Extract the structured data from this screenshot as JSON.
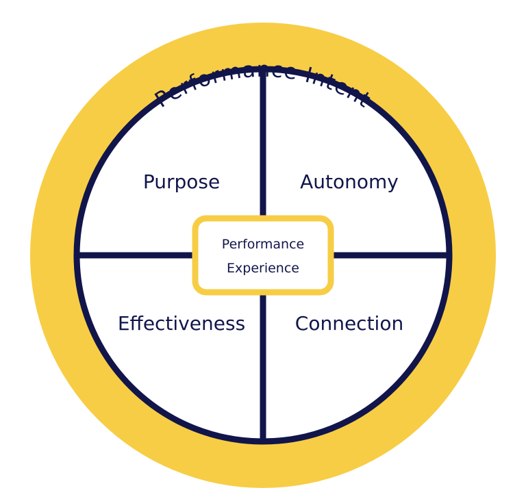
{
  "diagram": {
    "outer_ring_label": "Performance Intent",
    "quadrants": {
      "top_left": "Purpose",
      "top_right": "Autonomy",
      "bottom_left": "Effectiveness",
      "bottom_right": "Connection"
    },
    "center": {
      "line1": "Performance",
      "line2": "Experience"
    }
  },
  "colors": {
    "ring": "#f7cd45",
    "navy": "#11154a",
    "inner": "#ffffff"
  }
}
